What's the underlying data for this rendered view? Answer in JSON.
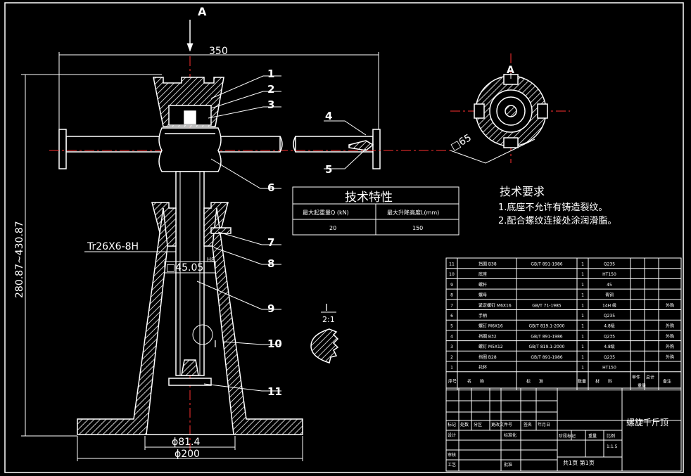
{
  "view_label": "A",
  "view_label_section": "A",
  "dimensions": {
    "width_top": "350",
    "height": "280.87~430.87",
    "thread": "Tr26X6-8H",
    "fit": "□45.05",
    "fit_tol": "H8",
    "square": "□65",
    "dia_small": "ϕ81.4",
    "dia_large": "ϕ200"
  },
  "balloons": [
    "1",
    "2",
    "3",
    "4",
    "5",
    "6",
    "7",
    "8",
    "9",
    "10",
    "11"
  ],
  "detail": {
    "label": "I",
    "scale": "2:1",
    "marker": "I"
  },
  "tech_char": {
    "title": "技术特性",
    "headers": [
      "最大起重量Q (kN)",
      "最大升降高度L(mm)"
    ],
    "values": [
      "20",
      "150"
    ]
  },
  "tech_req": {
    "title": "技术要求",
    "items": [
      "1.底座不允许有铸造裂纹。",
      "2.配合螺纹连接处涂润滑脂。"
    ]
  },
  "bom": {
    "rows": [
      {
        "no": "11",
        "name": "挡圈 B38",
        "std": "GB/T 891-1986",
        "qty": "1",
        "mat": "Q235",
        "note": ""
      },
      {
        "no": "10",
        "name": "底座",
        "std": "",
        "qty": "1",
        "mat": "HT150",
        "note": ""
      },
      {
        "no": "9",
        "name": "螺杆",
        "std": "",
        "qty": "1",
        "mat": "45",
        "note": ""
      },
      {
        "no": "8",
        "name": "螺母",
        "std": "",
        "qty": "1",
        "mat": "青铜",
        "note": ""
      },
      {
        "no": "7",
        "name": "紧定螺钉 M6X16",
        "std": "GB/T 71-1985",
        "qty": "1",
        "mat": "14H 级",
        "note": "外购"
      },
      {
        "no": "6",
        "name": "手柄",
        "std": "",
        "qty": "1",
        "mat": "Q235",
        "note": ""
      },
      {
        "no": "5",
        "name": "螺钉 M6X16",
        "std": "GB/T 819.1-2000",
        "qty": "1",
        "mat": "4.8级",
        "note": "外购"
      },
      {
        "no": "4",
        "name": "挡圈 B32",
        "std": "GB/T 891-1986",
        "qty": "1",
        "mat": "Q235",
        "note": "外购"
      },
      {
        "no": "3",
        "name": "螺钉 M5X12",
        "std": "GB/T 819.1-2000",
        "qty": "1",
        "mat": "4.8级",
        "note": "外购"
      },
      {
        "no": "2",
        "name": "挡圈 B28",
        "std": "GB/T 891-1986",
        "qty": "1",
        "mat": "Q235",
        "note": "外购"
      },
      {
        "no": "1",
        "name": "托杯",
        "std": "",
        "qty": "1",
        "mat": "HT150",
        "note": ""
      }
    ],
    "header": {
      "no": "序号",
      "name": "名　　称",
      "std": "标　　准",
      "qty": "数量",
      "mat": "材　　料",
      "unit_w": "单件",
      "total_w": "总计",
      "weight": "重量",
      "note": "备注"
    }
  },
  "title_block": {
    "drawing_name": "螺旋千斤顶",
    "row_labels": [
      "标记",
      "处数",
      "分区",
      "更改文件号",
      "签名",
      "年月日"
    ],
    "design": "设计",
    "standardize": "标准化",
    "stage_mark": "阶段标记",
    "weight": "重量",
    "scale": "比例",
    "scale_value": "1:1.5",
    "review": "审核",
    "process": "工艺",
    "approve": "批准",
    "sheets": "共1页  第1页"
  }
}
